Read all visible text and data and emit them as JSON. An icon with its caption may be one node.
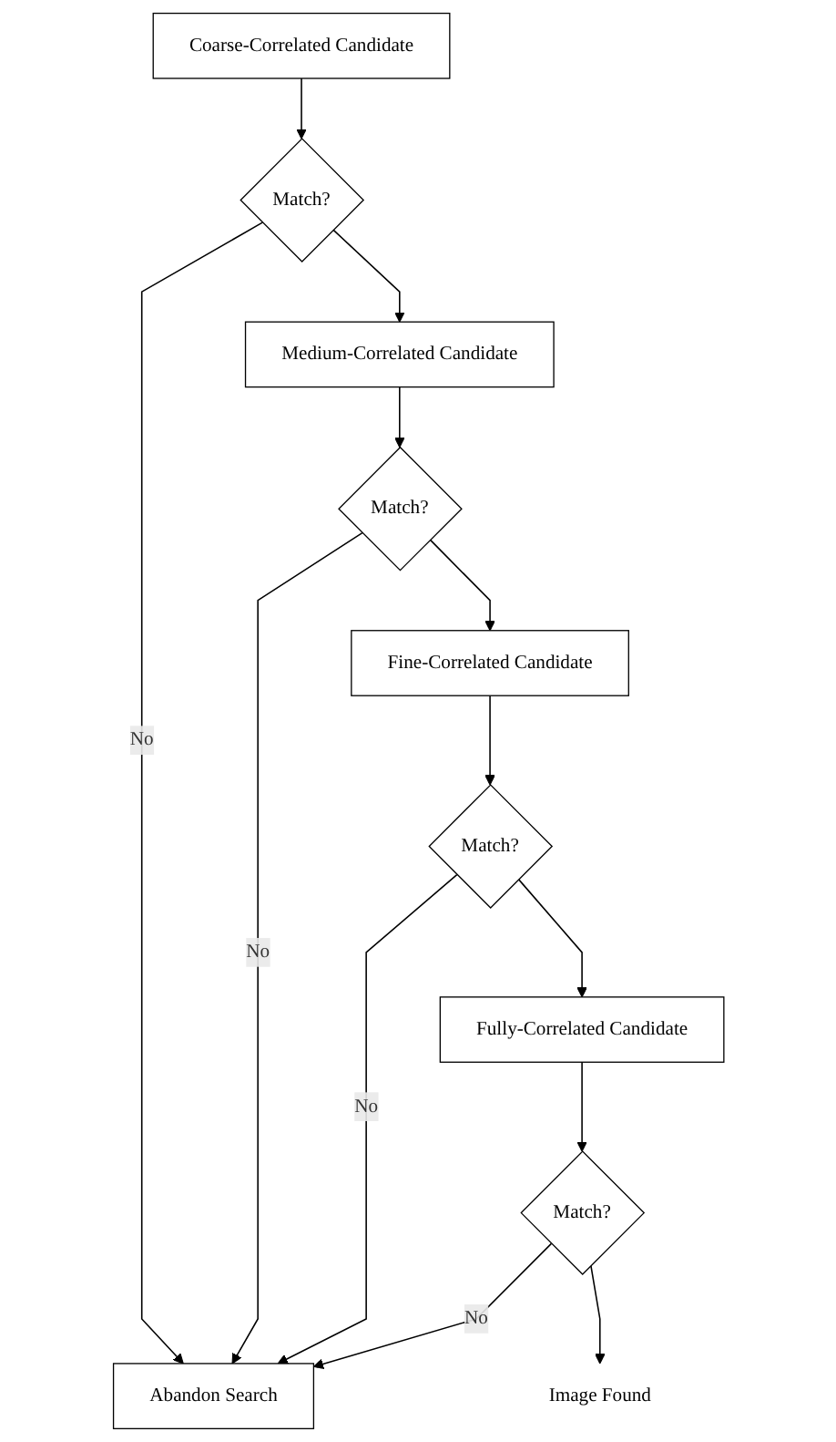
{
  "diagram": {
    "nodes": [
      {
        "text": [
          "Coarse-Correlated Candidate"
        ]
      },
      {
        "text": [
          "Match?"
        ]
      },
      {
        "text": [
          "Medium-Correlated Candidate"
        ]
      },
      {
        "text": [
          "Match?"
        ]
      },
      {
        "text": [
          "Fine-Correlated Candidate"
        ]
      },
      {
        "text": [
          "Match?"
        ]
      },
      {
        "text": [
          "Fully-Correlated Candidate"
        ]
      },
      {
        "text": [
          "Match?"
        ]
      },
      {
        "text": [
          "Abandon Search"
        ]
      },
      {
        "text": [
          "Image Found"
        ]
      }
    ],
    "edges": [
      {
        "from": 0,
        "to": 1,
        "arrow": "to"
      },
      {
        "from": 1,
        "to": 8,
        "arrow": "to",
        "label": "No"
      },
      {
        "from": 1,
        "to": 2,
        "arrow": "to"
      },
      {
        "from": 2,
        "to": 3,
        "arrow": "to"
      },
      {
        "from": 3,
        "to": 8,
        "arrow": "to",
        "label": "No"
      },
      {
        "from": 3,
        "to": 4,
        "arrow": "to"
      },
      {
        "from": 4,
        "to": 5,
        "arrow": "to"
      },
      {
        "from": 5,
        "to": 8,
        "arrow": "to",
        "label": "No"
      },
      {
        "from": 5,
        "to": 6,
        "arrow": "to"
      },
      {
        "from": 6,
        "to": 7,
        "arrow": "to"
      },
      {
        "from": 7,
        "to": 8,
        "arrow": "to",
        "label": "No"
      },
      {
        "from": 7,
        "to": 9,
        "arrow": "to"
      }
    ]
  }
}
